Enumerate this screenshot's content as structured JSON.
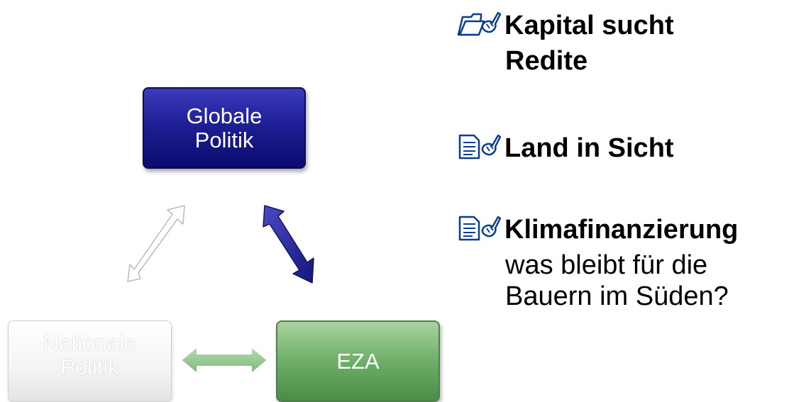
{
  "nodes": {
    "global": [
      "Globale",
      "Politik"
    ],
    "national": [
      "Nationale",
      "Politik"
    ],
    "eza": "EZA"
  },
  "bullets": [
    {
      "icon": "folder-icon",
      "title": "Kapital sucht Redite",
      "line1": "Kapital sucht",
      "line2": "Redite"
    },
    {
      "icon": "document-icon",
      "title": "Land in Sicht"
    },
    {
      "icon": "document-icon",
      "title": "Klimafinanzierung",
      "text_line1": "was bleibt für die",
      "text_line2": "Bauern im Süden?"
    }
  ],
  "colors": {
    "global": "#1f1f96",
    "eza": "#6fae68",
    "national": "#f4f4f4",
    "arrow_dark": "#2a2a8c",
    "arrow_green": "#8fbf89"
  }
}
